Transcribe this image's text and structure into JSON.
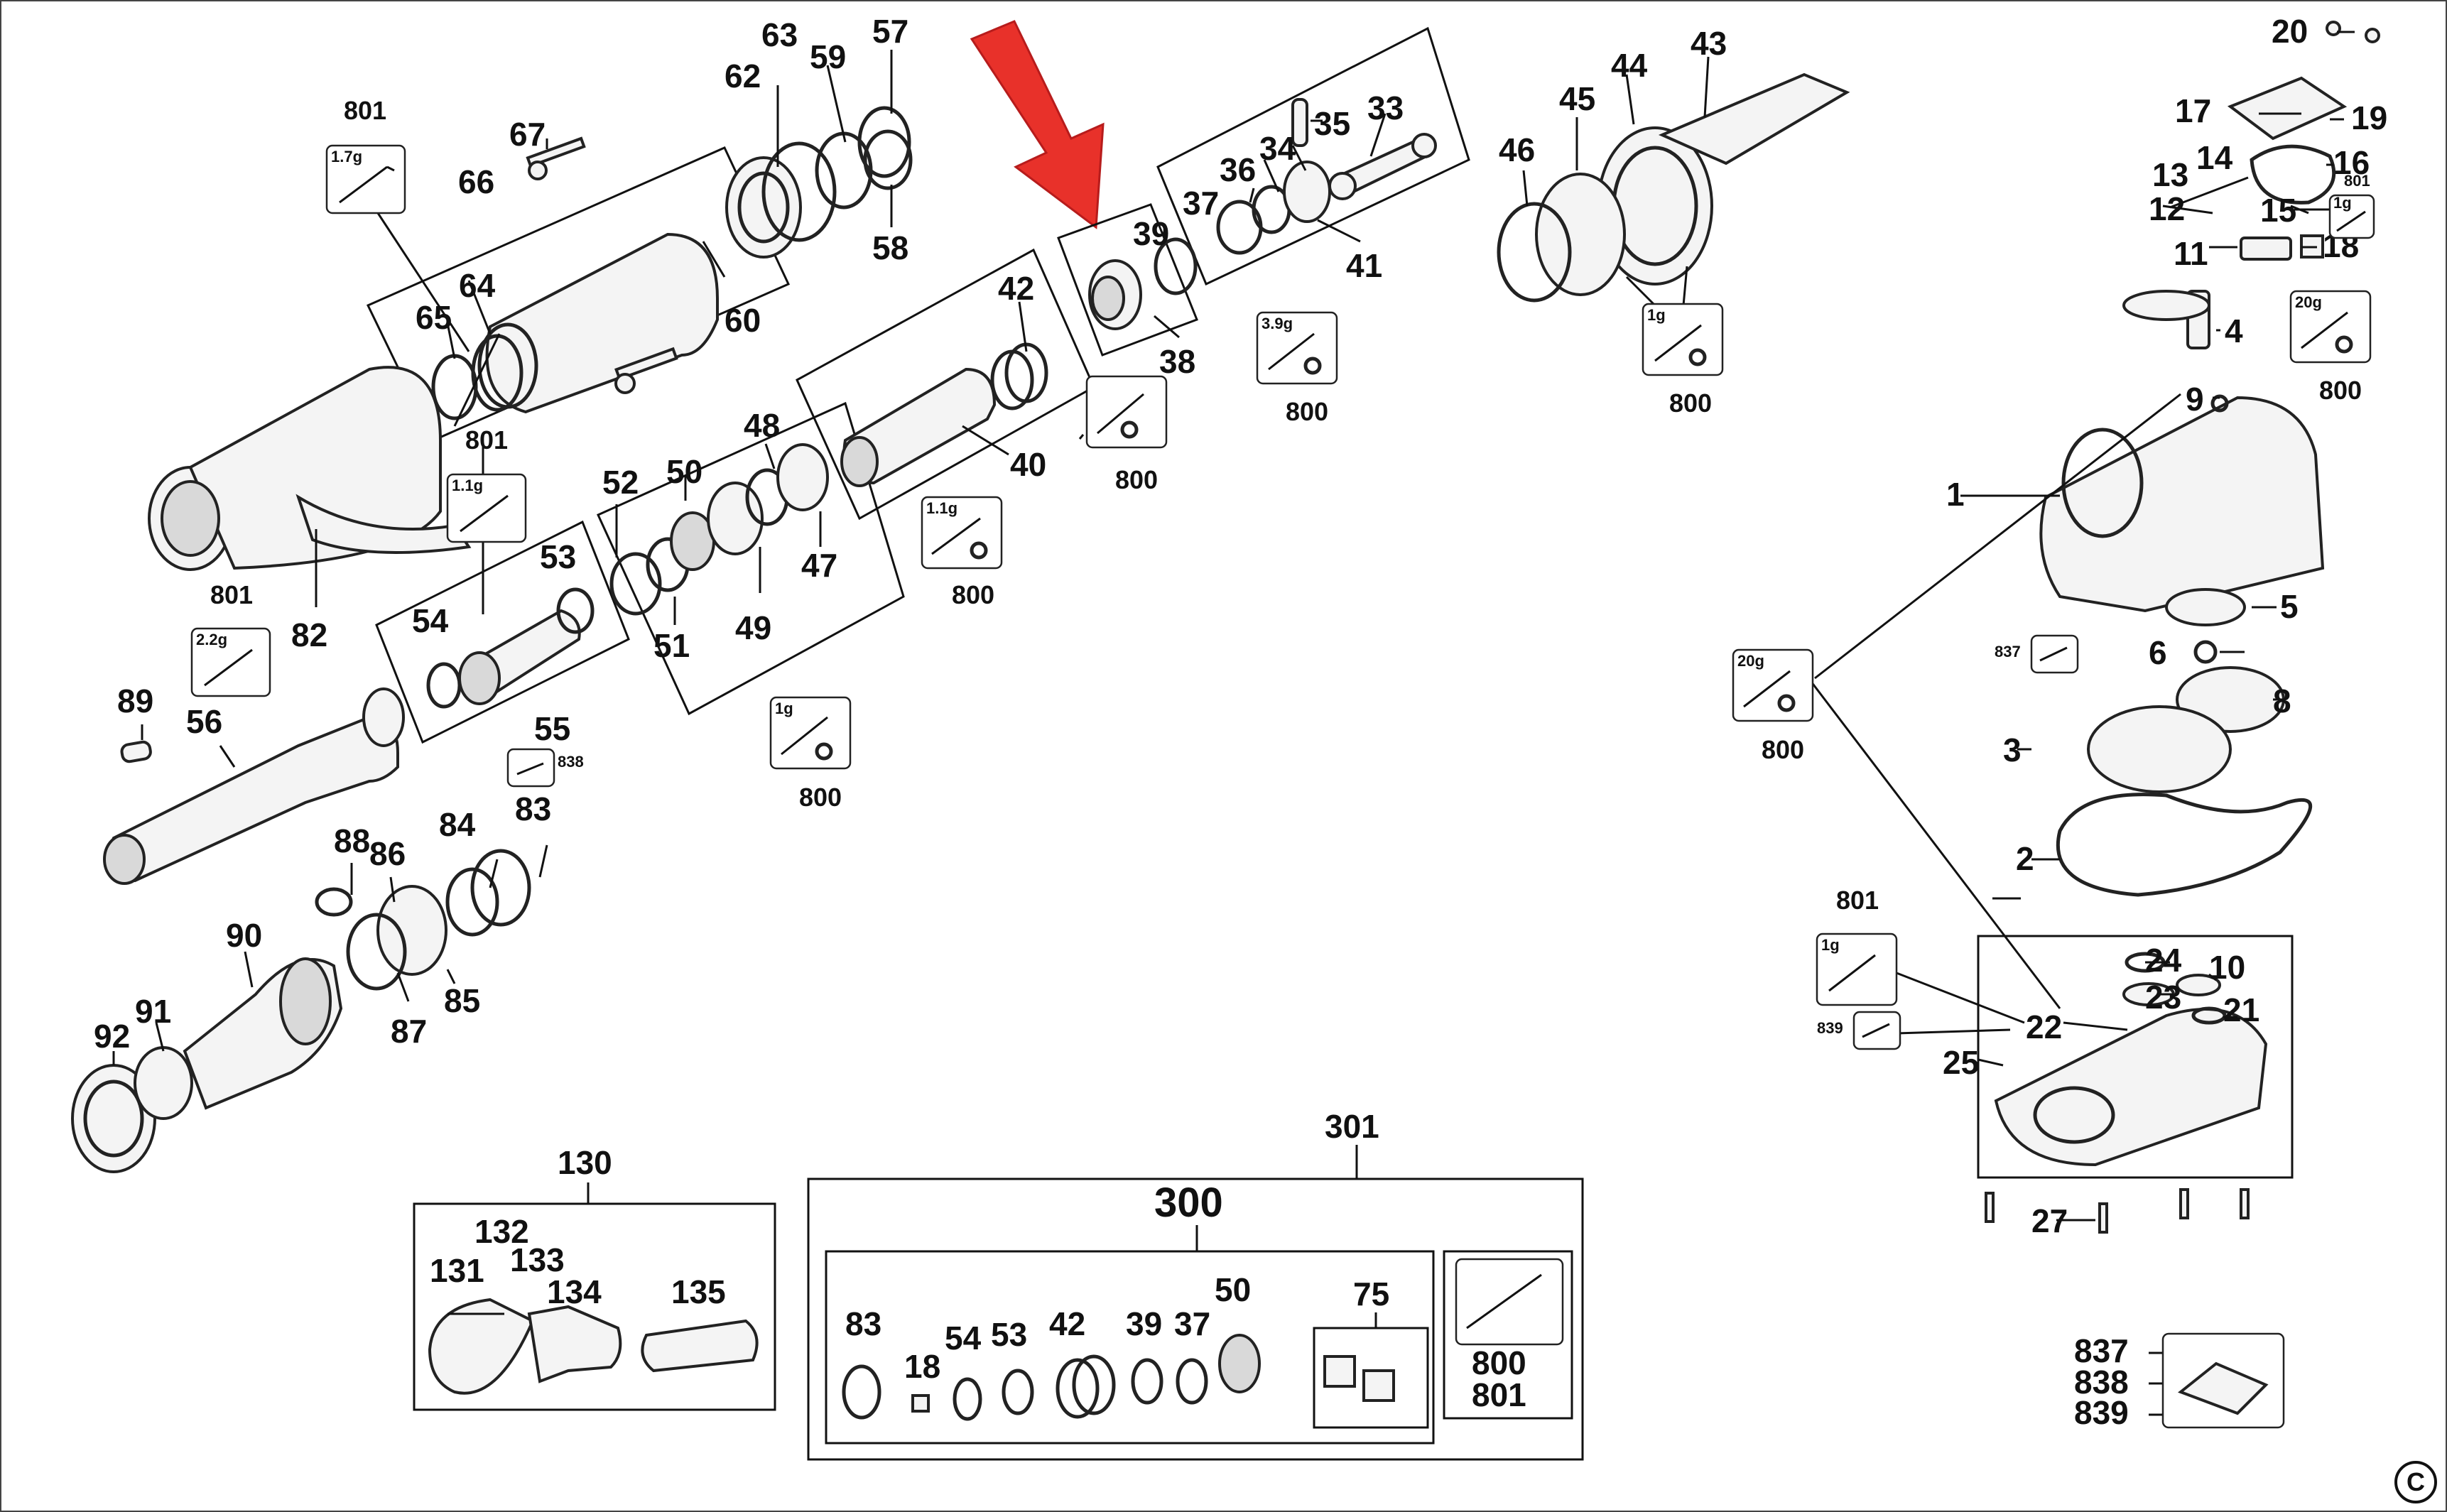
{
  "diagram": {
    "labels": {
      "p1": "1",
      "p2": "2",
      "p3": "3",
      "p4": "4",
      "p5": "5",
      "p6": "6",
      "p8": "8",
      "p9": "9",
      "p10": "10",
      "p11": "11",
      "p12": "12",
      "p13": "13",
      "p14": "14",
      "p15": "15",
      "p16": "16",
      "p17": "17",
      "p18": "18",
      "p19": "19",
      "p20": "20",
      "p21": "21",
      "p22": "22",
      "p23": "23",
      "p24": "24",
      "p25": "25",
      "p27": "27",
      "p33": "33",
      "p34": "34",
      "p35": "35",
      "p36": "36",
      "p37": "37",
      "p38": "38",
      "p39": "39",
      "p40": "40",
      "p41": "41",
      "p42": "42",
      "p43": "43",
      "p44": "44",
      "p45": "45",
      "p46": "46",
      "p47": "47",
      "p48": "48",
      "p49": "49",
      "p50": "50",
      "p51": "51",
      "p52": "52",
      "p53": "53",
      "p54": "54",
      "p55": "55",
      "p56": "56",
      "p57": "57",
      "p58": "58",
      "p59": "59",
      "p60": "60",
      "p62": "62",
      "p63": "63",
      "p64": "64",
      "p65": "65",
      "p66": "66",
      "p67": "67",
      "p82": "82",
      "p83": "83",
      "p84": "84",
      "p85": "85",
      "p86": "86",
      "p87": "87",
      "p88": "88",
      "p89": "89",
      "p90": "90",
      "p91": "91",
      "p92": "92",
      "p130": "130",
      "p131": "131",
      "p132": "132",
      "p133": "133",
      "p134": "134",
      "p135": "135",
      "p300": "300",
      "p301": "301",
      "k83": "83",
      "k18": "18",
      "k54": "54",
      "k53": "53",
      "k42": "42",
      "k39": "39",
      "k37": "37",
      "k50": "50",
      "k75": "75",
      "k800": "800",
      "k801": "801",
      "c837": "837",
      "c838": "838",
      "c839": "839",
      "copyright": "C"
    },
    "grease": {
      "g801a": {
        "ref": "801",
        "amount": "1.7g"
      },
      "g801b": {
        "ref": "801",
        "amount": "1.1g"
      },
      "g801c": {
        "ref": "801",
        "amount": "2.2g"
      },
      "g800a": {
        "ref": "800",
        "amount": "1.1g"
      },
      "g800b": {
        "ref": "800",
        "amount": ""
      },
      "g800c": {
        "ref": "800",
        "amount": "1g"
      },
      "g800d": {
        "ref": "800",
        "amount": "3.9g"
      },
      "g800e": {
        "ref": "800",
        "amount": "1g"
      },
      "g800f": {
        "ref": "800",
        "amount": "20g"
      },
      "g800g": {
        "ref": "800",
        "amount": "20g"
      },
      "g801d": {
        "ref": "801",
        "amount": "1g"
      },
      "g801e": {
        "ref": "801",
        "amount": "1g"
      }
    },
    "small_refs": {
      "r838": "838",
      "r837": "837",
      "r839": "839"
    },
    "arrow_color": "#e8312a"
  }
}
